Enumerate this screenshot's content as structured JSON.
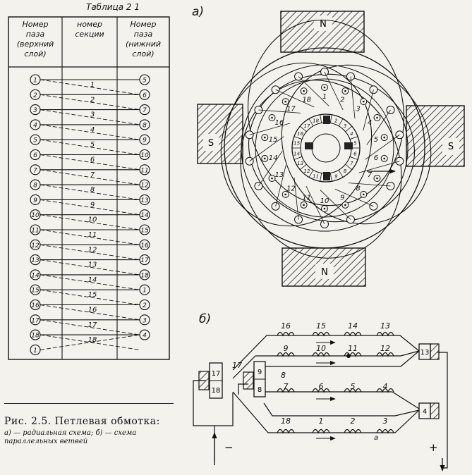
{
  "table": {
    "title": "Таблица 2 1",
    "col1": [
      "Номер",
      "паза",
      "(верхний",
      "слой)"
    ],
    "col2": [
      "номер",
      "секции"
    ],
    "col3": [
      "Номер",
      "паза",
      "(нижний",
      "слой)"
    ],
    "rows": [
      {
        "top": "1",
        "section": "1",
        "bottom": "5"
      },
      {
        "top": "2",
        "section": "2",
        "bottom": "6"
      },
      {
        "top": "3",
        "section": "3",
        "bottom": "7"
      },
      {
        "top": "4",
        "section": "4",
        "bottom": "8"
      },
      {
        "top": "5",
        "section": "5",
        "bottom": "9"
      },
      {
        "top": "6",
        "section": "6",
        "bottom": "10"
      },
      {
        "top": "7",
        "section": "7",
        "bottom": "11"
      },
      {
        "top": "8",
        "section": "8",
        "bottom": "12"
      },
      {
        "top": "9",
        "section": "9",
        "bottom": "13"
      },
      {
        "top": "10",
        "section": "10",
        "bottom": "14"
      },
      {
        "top": "11",
        "section": "11",
        "bottom": "15"
      },
      {
        "top": "12",
        "section": "12",
        "bottom": "16"
      },
      {
        "top": "13",
        "section": "13",
        "bottom": "17"
      },
      {
        "top": "14",
        "section": "14",
        "bottom": "18"
      },
      {
        "top": "15",
        "section": "15",
        "bottom": "1"
      },
      {
        "top": "16",
        "section": "16",
        "bottom": "2"
      },
      {
        "top": "17",
        "section": "17",
        "bottom": "3"
      },
      {
        "top": "18",
        "section": "18",
        "bottom": "4"
      }
    ],
    "last_top": "1"
  },
  "diagram_a": {
    "label": "а)",
    "pole_top": "N",
    "pole_bottom": "N",
    "pole_left": "S",
    "pole_right": "S",
    "outer_slots": [
      "1",
      "2",
      "3",
      "4",
      "5",
      "6",
      "7",
      "8",
      "9",
      "10",
      "11",
      "12",
      "13",
      "14",
      "15",
      "16",
      "17",
      "18"
    ],
    "commutator": [
      "1",
      "2",
      "3",
      "4",
      "5",
      "6",
      "7",
      "8",
      "9",
      "10",
      "11",
      "12",
      "13",
      "14",
      "15",
      "16",
      "17",
      "18"
    ]
  },
  "diagram_b": {
    "label": "б)",
    "branch1": [
      "16",
      "15",
      "14",
      "13"
    ],
    "branch2": [
      "9",
      "10",
      "11",
      "12"
    ],
    "branch3": [
      "7",
      "6",
      "5",
      "4"
    ],
    "branch4": [
      "18",
      "1",
      "2",
      "3"
    ],
    "left_brush_top": "17",
    "left_brush_bottom": "18",
    "left_outer": "17",
    "mid_top": "9",
    "mid_bottom": "8",
    "mid_side": "8",
    "right_top": "13",
    "right_bottom": "4",
    "minus": "−",
    "plus": "+",
    "mark_a": "а"
  },
  "caption": {
    "main": "Рис. 2.5. Петлевая обмотка:",
    "sub": "а) — радиальная схема; б) — схема параллельных ветвей"
  }
}
